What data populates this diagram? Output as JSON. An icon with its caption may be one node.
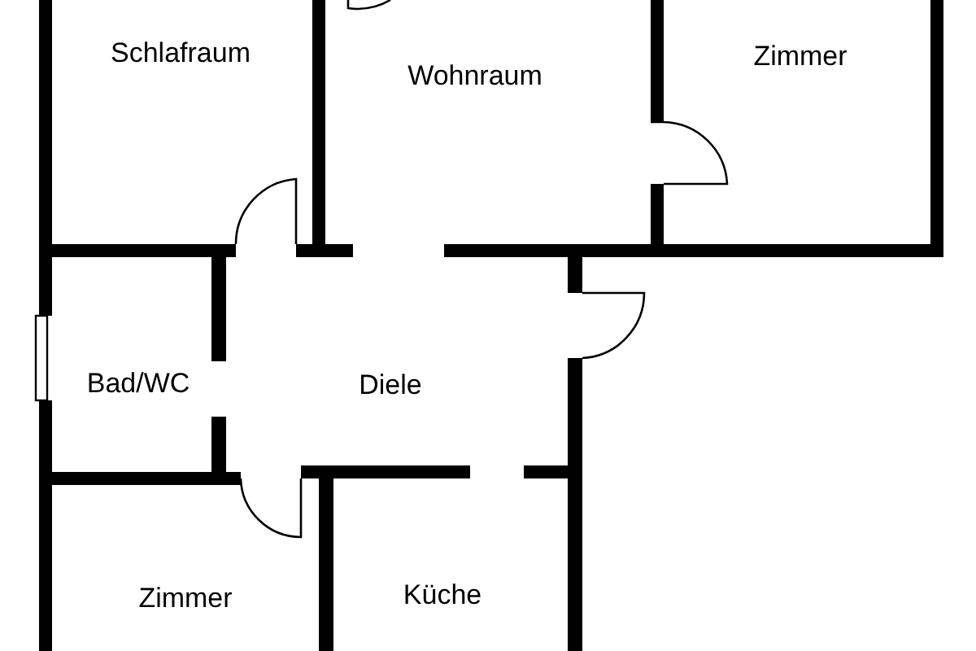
{
  "diagram": {
    "labels": [
      "Schlafraum",
      "Wohnraum",
      "Zimmer",
      "Bad/WC",
      "Diele",
      "Zimmer",
      "Küche"
    ]
  }
}
